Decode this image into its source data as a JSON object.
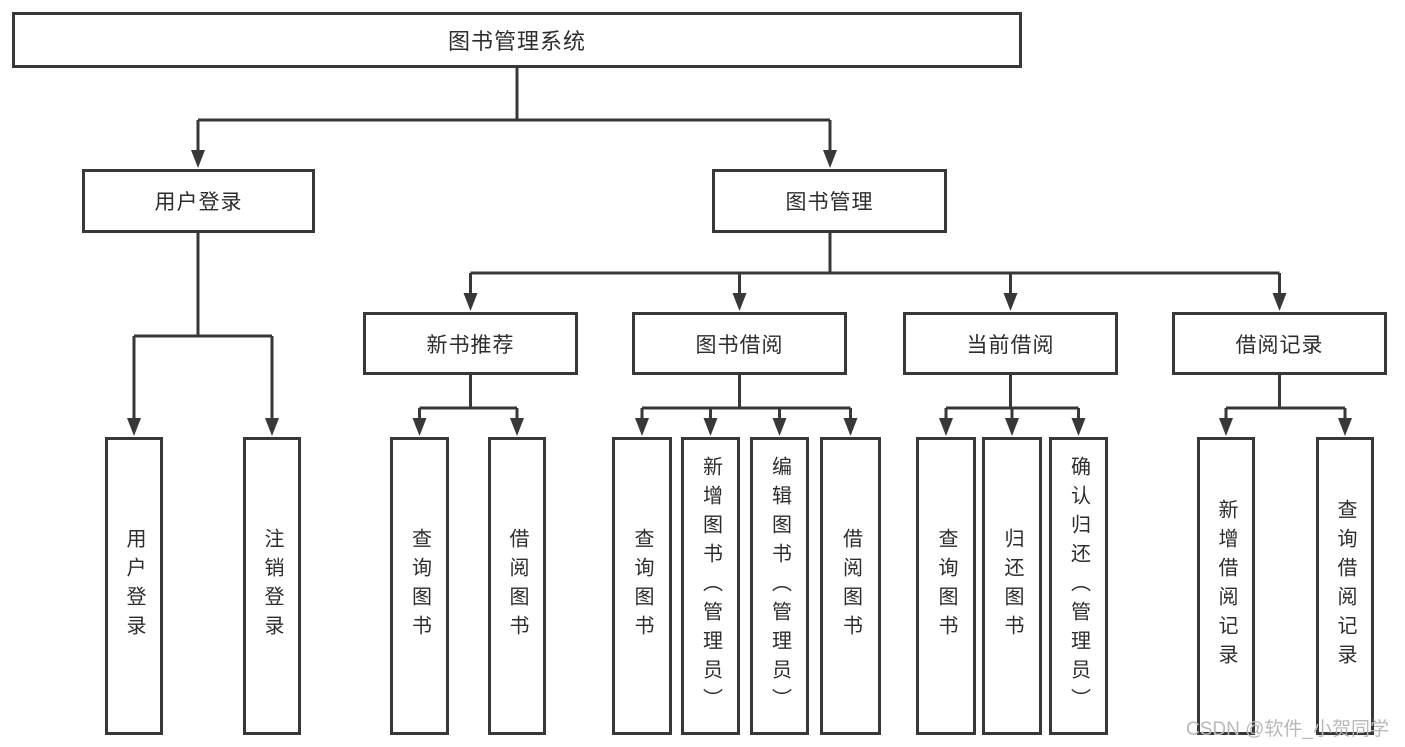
{
  "colors": {
    "line": "#383838",
    "box_border": "#383838",
    "text": "#2d2d2d",
    "watermark_text": "#b9b9b9",
    "background": "#ffffff"
  },
  "root": {
    "label": "图书管理系统"
  },
  "level2": {
    "user_login": "用户登录",
    "book_mgmt": "图书管理"
  },
  "level3": {
    "new_books": "新书推荐",
    "borrowing": "图书借阅",
    "current": "当前借阅",
    "records": "借阅记录"
  },
  "leaves": {
    "user_login": [
      "用户登录",
      "注销登录"
    ],
    "new_books": [
      "查询图书",
      "借阅图书"
    ],
    "borrowing": [
      "查询图书",
      "新增图书（管理员）",
      "编辑图书（管理员）",
      "借阅图书"
    ],
    "current": [
      "查询图书",
      "归还图书",
      "确认归还（管理员）"
    ],
    "records": [
      "新增借阅记录",
      "查询借阅记录"
    ]
  },
  "watermark": "CSDN @软件_小贺同学"
}
